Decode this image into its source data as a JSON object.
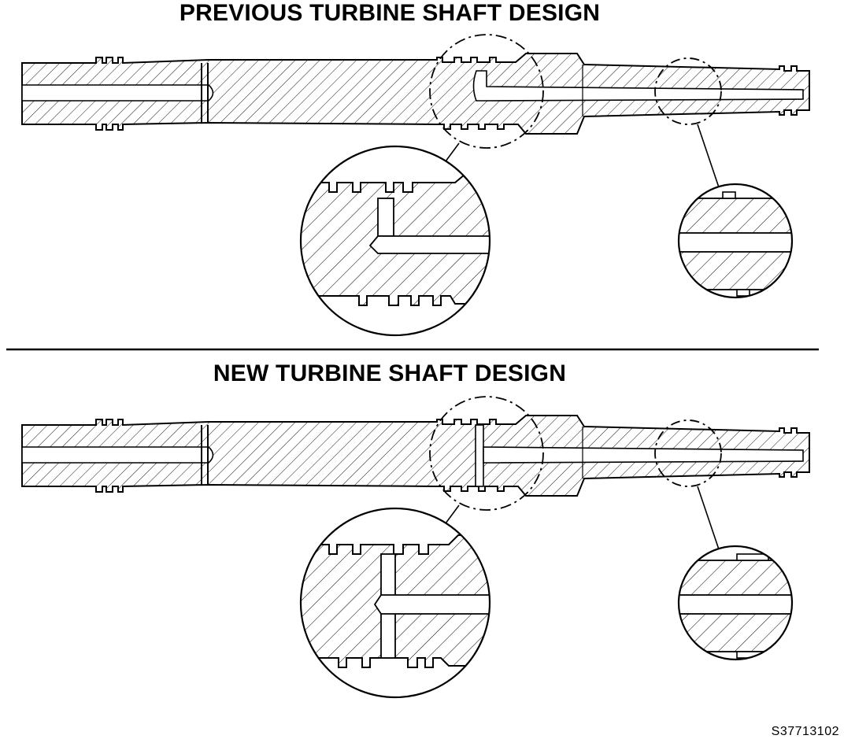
{
  "titles": {
    "previous": "PREVIOUS TURBINE SHAFT DESIGN",
    "new": "NEW TURBINE SHAFT DESIGN"
  },
  "figure_id": "S37713102",
  "colors": {
    "ink": "#000000",
    "paper": "#ffffff"
  }
}
